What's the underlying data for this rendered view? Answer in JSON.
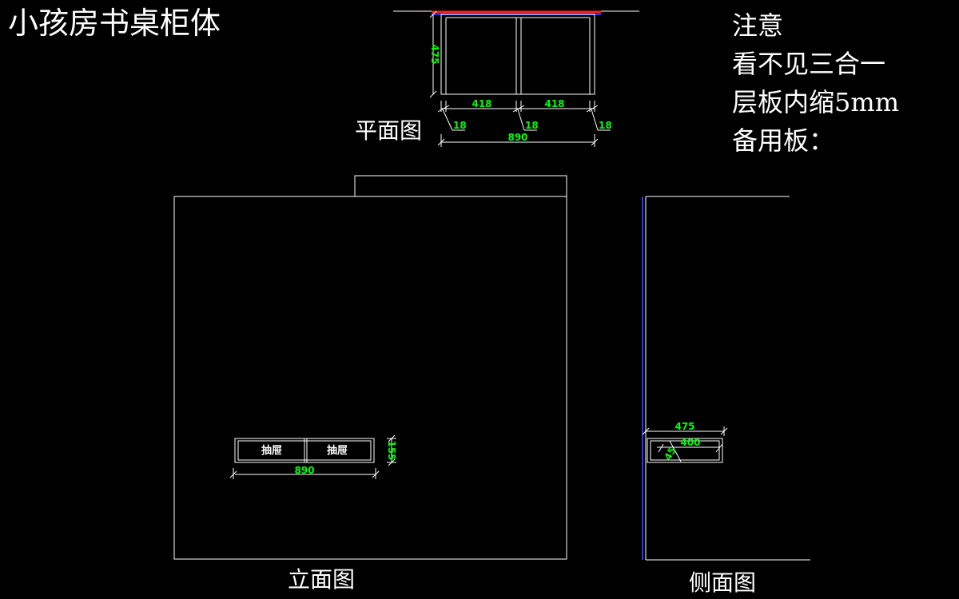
{
  "title": "小孩房书桌柜体",
  "notes": [
    "注意",
    "看不见三合一",
    "层板内缩5mm",
    "备用板："
  ],
  "views": {
    "plan": "平面图",
    "elevation": "立面图",
    "side": "侧面图"
  },
  "plan_dims": {
    "depth": "475",
    "left_width": "418",
    "right_width": "418",
    "panel_left": "18",
    "panel_mid": "18",
    "panel_right": "18",
    "total": "890"
  },
  "elevation": {
    "drawer_left": "抽屉",
    "drawer_right": "抽屉",
    "drawer_height": "155",
    "drawer_width": "890"
  },
  "side_dims": {
    "depth": "475",
    "inner": "400",
    "small": "45"
  },
  "colors": {
    "line": "#ffffff",
    "dimension": "#00ff00",
    "red": "#ff2020",
    "blue": "#3030ff"
  }
}
